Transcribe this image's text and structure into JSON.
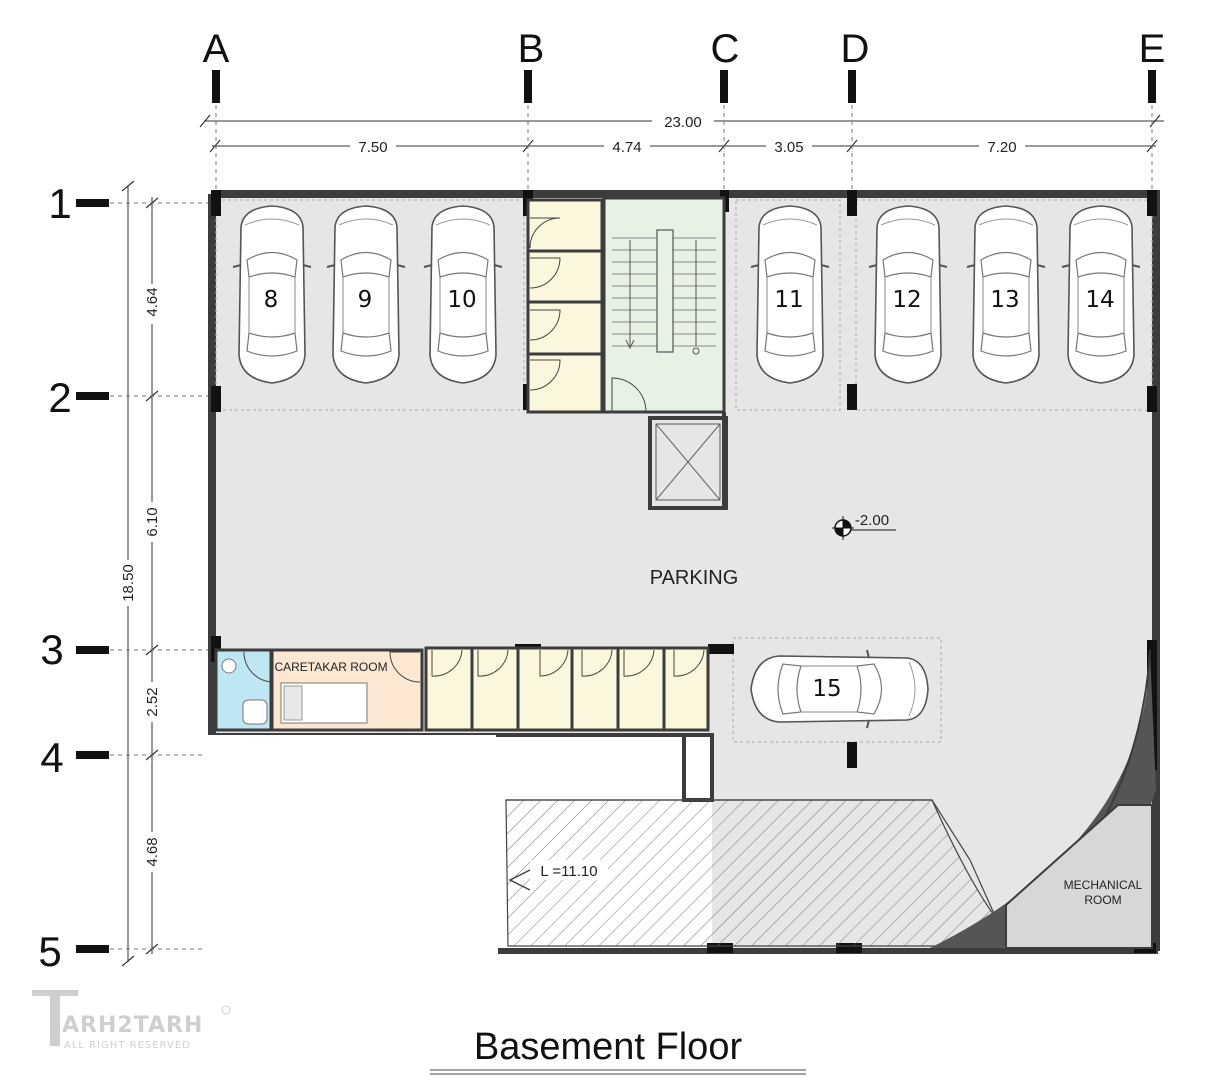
{
  "grid_columns": [
    "A",
    "B",
    "C",
    "D",
    "E"
  ],
  "grid_rows": [
    "1",
    "2",
    "3",
    "4",
    "5"
  ],
  "overall_width_dim": "23.00",
  "column_spacing_dims": [
    "7.50",
    "4.74",
    "3.05",
    "7.20"
  ],
  "overall_depth_dim": "18.50",
  "row_spacing_dims": [
    "4.64",
    "6.10",
    "2.52",
    "4.68"
  ],
  "parking_spots": [
    "8",
    "9",
    "10",
    "11",
    "12",
    "13",
    "14",
    "15"
  ],
  "labels": {
    "parking": "PARKING",
    "level": "-2.00",
    "caretaker_room": "CARETAKAR ROOM",
    "mechanical_room_line1": "MECHANICAL",
    "mechanical_room_line2": "ROOM",
    "ramp_length": "L =11.10"
  },
  "logo": {
    "name": "ARH2TARH",
    "sub": "ALL RIGHT RESERVED"
  },
  "title": "Basement Floor",
  "colors": {
    "floor": "#e6e6e7",
    "stair": "#e7f1e4",
    "storage": "#fbf7dc",
    "caretaker": "#fbe7d2",
    "bathroom": "#bfe6f3",
    "wall": "#3c3c3c"
  }
}
